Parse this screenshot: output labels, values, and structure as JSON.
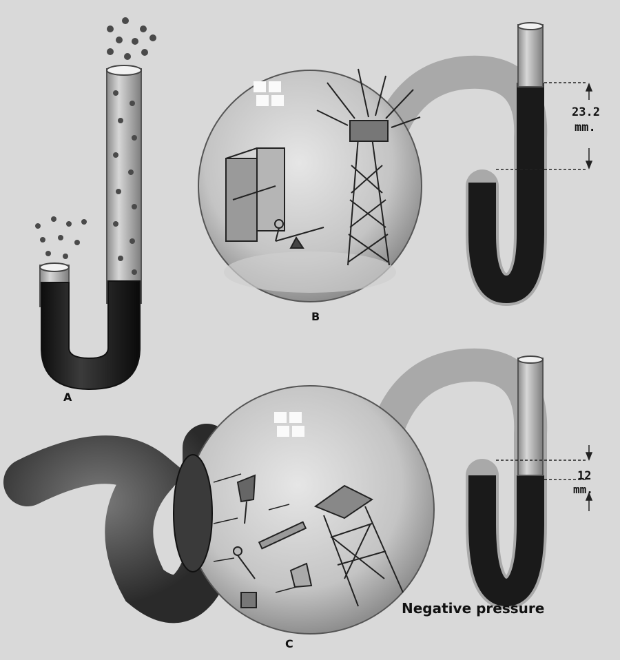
{
  "labels": {
    "figure_a": "A",
    "figure_b": "B",
    "figure_c": "C"
  },
  "measurement_b": {
    "value": "23.2",
    "unit": "mm."
  },
  "measurement_c": {
    "value": "12",
    "unit": "mm."
  },
  "caption": "Negative pressure",
  "colors": {
    "background": "#d9d9d9",
    "glass": "#bfbfbf",
    "liquid": "#1c1c1c"
  }
}
